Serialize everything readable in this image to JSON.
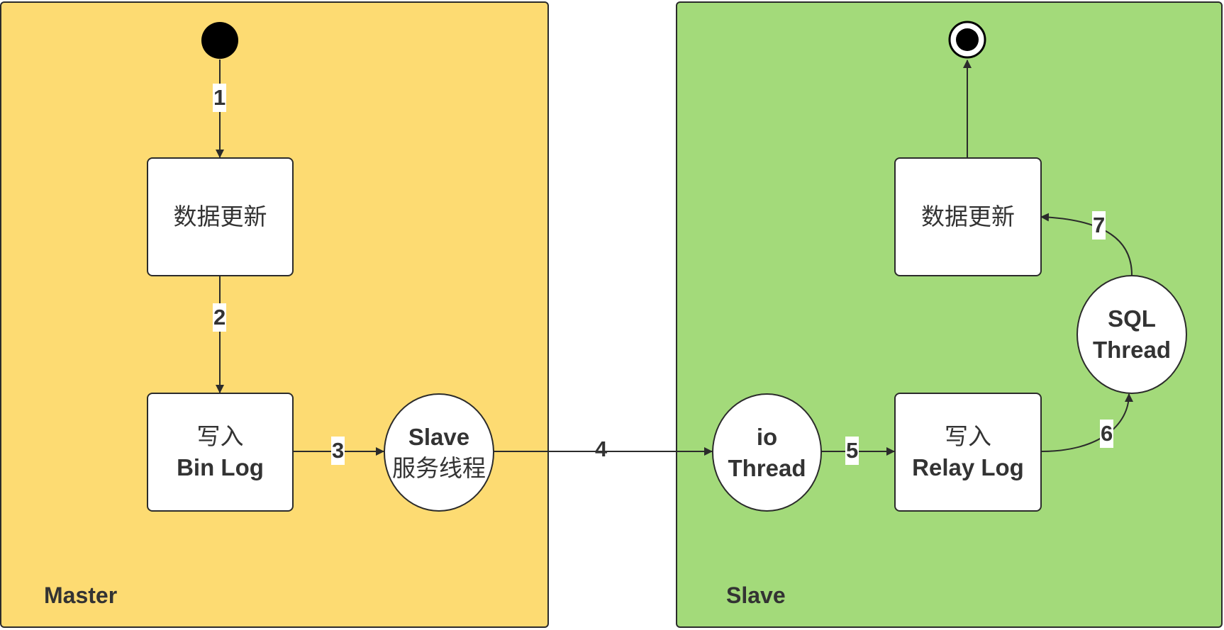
{
  "colors": {
    "master_lane": "#FDDB72",
    "slave_lane": "#A3DA7A",
    "stroke": "#2B2B2B",
    "text": "#333333"
  },
  "lanes": {
    "master_label": "Master",
    "slave_label": "Slave"
  },
  "master": {
    "update_box": "数据更新",
    "binlog_box_line1": "写入",
    "binlog_box_line2": "Bin Log",
    "slave_service_line1": "Slave",
    "slave_service_line2": "服务线程"
  },
  "slave": {
    "io_thread_line1": "io",
    "io_thread_line2": "Thread",
    "relay_box_line1": "写入",
    "relay_box_line2": "Relay Log",
    "sql_thread_line1": "SQL",
    "sql_thread_line2": "Thread",
    "update_box": "数据更新"
  },
  "edges": {
    "e1": "1",
    "e2": "2",
    "e3": "3",
    "e4": "4",
    "e5": "5",
    "e6": "6",
    "e7": "7"
  },
  "icons": {
    "start": "initial-state-icon",
    "end": "final-state-icon"
  }
}
